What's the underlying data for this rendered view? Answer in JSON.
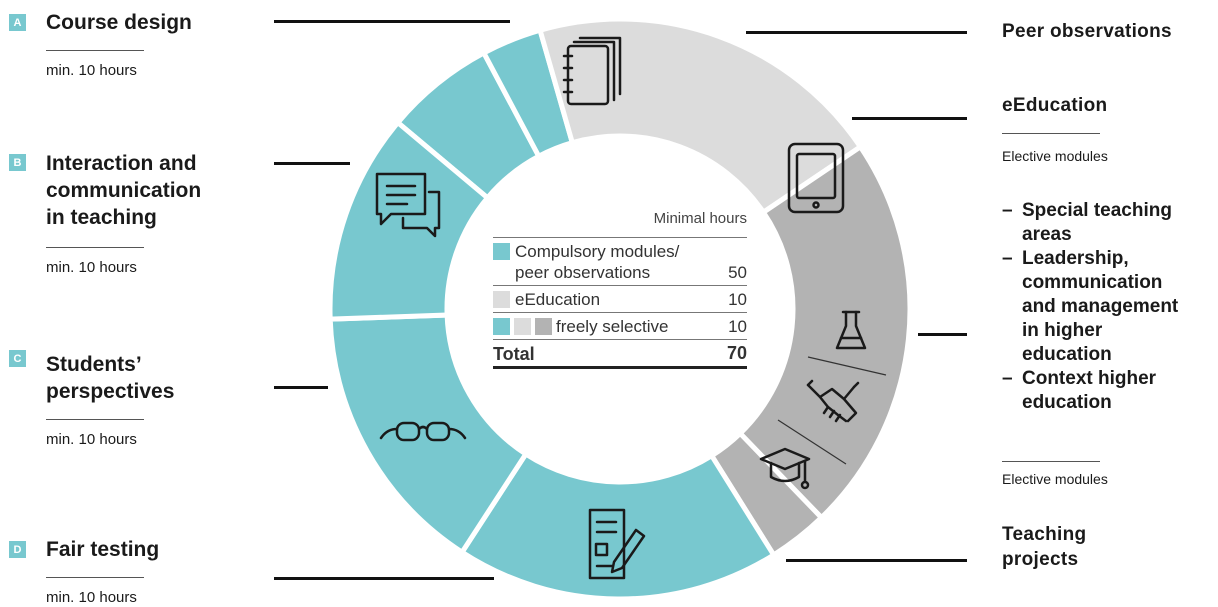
{
  "modules": [
    {
      "letter": "A",
      "title_lines": [
        "Course design"
      ],
      "hours": "min. 10 hours"
    },
    {
      "letter": "B",
      "title_lines": [
        "Interaction and",
        "communication",
        "in teaching"
      ],
      "hours": "min. 10 hours"
    },
    {
      "letter": "C",
      "title_lines": [
        "Students’",
        "perspectives"
      ],
      "hours": "min. 10 hours"
    },
    {
      "letter": "D",
      "title_lines": [
        "Fair testing"
      ],
      "hours": "min. 10 hours"
    }
  ],
  "right": {
    "peer_observations": "Peer observations",
    "eeducation": "eEducation",
    "elective_modules_1": "Elective modules",
    "bullets": [
      [
        "Special teaching",
        "areas"
      ],
      [
        "Leadership,",
        "communication",
        "and management",
        "in higher",
        "education"
      ],
      [
        "Context higher",
        "education"
      ]
    ],
    "elective_modules_2": "Elective modules",
    "teaching_projects": [
      "Teaching",
      "projects"
    ]
  },
  "legend": {
    "header": "Minimal hours",
    "rows": [
      {
        "label_lines": [
          "Compulsory modules/",
          "peer observations"
        ],
        "value": "50"
      },
      {
        "label_lines": [
          "eEducation"
        ],
        "value": "10"
      },
      {
        "label_lines": [
          "freely selective"
        ],
        "value": "10"
      }
    ],
    "total_label": "Total",
    "total_value": "70"
  },
  "colors": {
    "teal": "#78c8cf",
    "light_gray": "#dcdcdc",
    "mid_gray": "#b3b3b3",
    "text": "#1a1a1a"
  },
  "segment_icons": [
    "notebook-icon",
    "speech-bubbles-icon",
    "glasses-icon",
    "document-pencil-icon",
    "tablet-icon",
    "flask-icon",
    "handshake-icon",
    "graduation-cap-icon"
  ]
}
